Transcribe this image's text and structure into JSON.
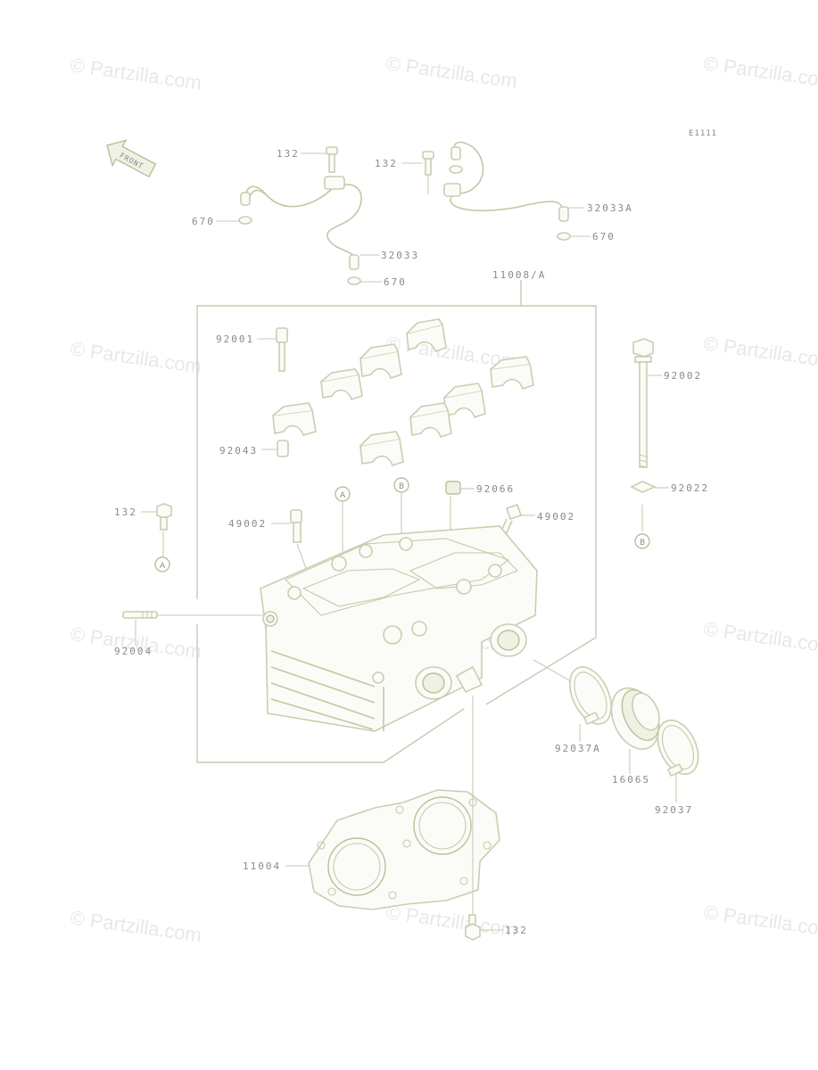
{
  "watermark": "© Partzilla.com",
  "diagram_code": "E1111",
  "front_arrow_label": "FRONT",
  "callouts": {
    "a": "A",
    "b": "B"
  },
  "labels": {
    "p132_top_left": "132",
    "p132_top_right": "132",
    "p670_left": "670",
    "p32033": "32033",
    "p670_bottom": "670",
    "p32033a": "32033A",
    "p670_right": "670",
    "p11008": "11008/A",
    "p92001": "92001",
    "p92002": "92002",
    "p92043": "92043",
    "p92066": "92066",
    "p92022": "92022",
    "p132_left": "132",
    "p49002_left": "49002",
    "p49002_right": "49002",
    "p92004": "92004",
    "p92037a": "92037A",
    "p16065": "16065",
    "p92037": "92037",
    "p11004": "11004",
    "p132_bottom": "132"
  }
}
